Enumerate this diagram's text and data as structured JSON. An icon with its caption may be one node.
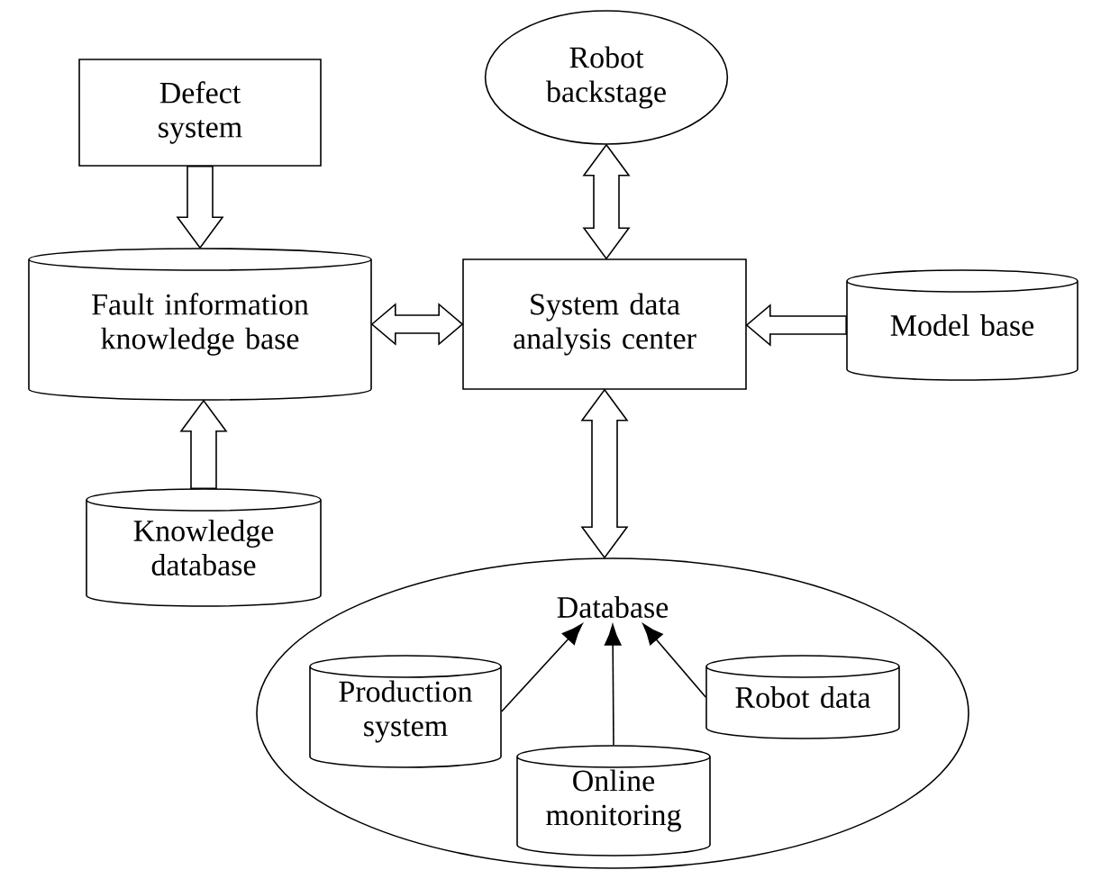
{
  "diagram": {
    "nodes": [
      {
        "text": [
          "Defect system"
        ]
      },
      {
        "text": [
          "Robot backstage"
        ]
      },
      {
        "text": [
          "Fault information knowledge base"
        ]
      },
      {
        "text": [
          "System data analysis center"
        ]
      },
      {
        "text": [
          "Model base"
        ]
      },
      {
        "text": [
          "Knowledge database"
        ]
      },
      {
        "text": [],
        "shape": "circle"
      },
      {
        "text": [
          "Database"
        ],
        "in": 6
      },
      {
        "text": [
          "Production system"
        ],
        "in": 6
      },
      {
        "text": [
          "Online monitoring"
        ],
        "in": 6
      },
      {
        "text": [
          "Robot data"
        ],
        "in": 6
      }
    ],
    "edges": [
      {
        "from": 0,
        "to": 2,
        "arrow": "to"
      },
      {
        "from": 1,
        "to": 3,
        "arrow": "both"
      },
      {
        "from": 2,
        "to": 3,
        "arrow": "both"
      },
      {
        "from": 4,
        "to": 3,
        "arrow": "to"
      },
      {
        "from": 5,
        "to": 2,
        "arrow": "to"
      },
      {
        "from": 3,
        "to": 6,
        "arrow": "both"
      },
      {
        "from": 8,
        "to": 7,
        "arrow": "to"
      },
      {
        "from": 9,
        "to": 7,
        "arrow": "to"
      },
      {
        "from": 10,
        "to": 7,
        "arrow": "to"
      }
    ]
  }
}
